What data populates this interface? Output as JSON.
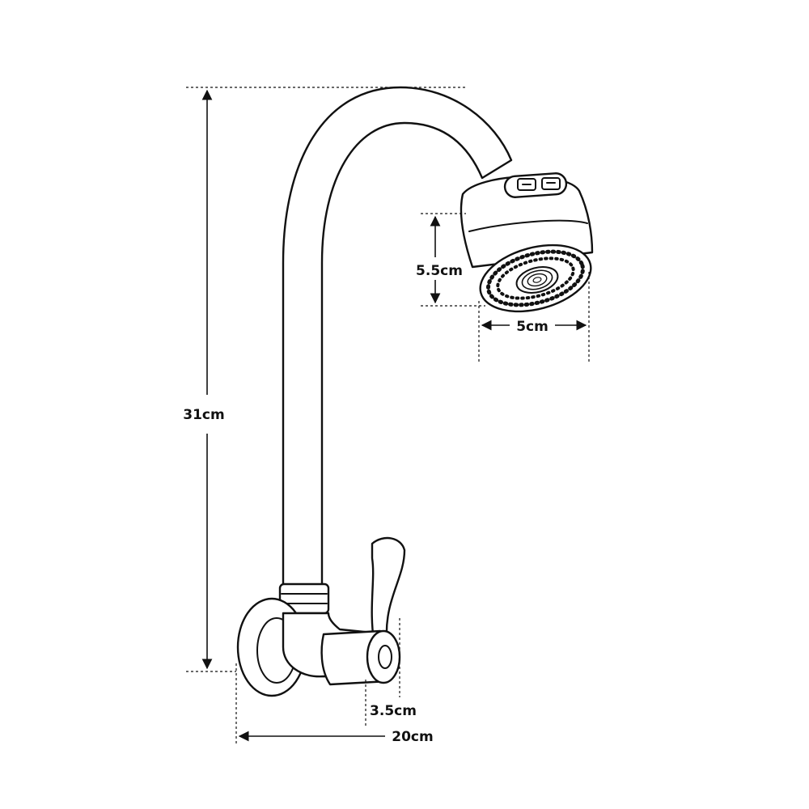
{
  "dimensions": {
    "height_total": "31cm",
    "aerator_height": "5.5cm",
    "aerator_width": "5cm",
    "handle_width": "3.5cm",
    "projection": "20cm"
  }
}
